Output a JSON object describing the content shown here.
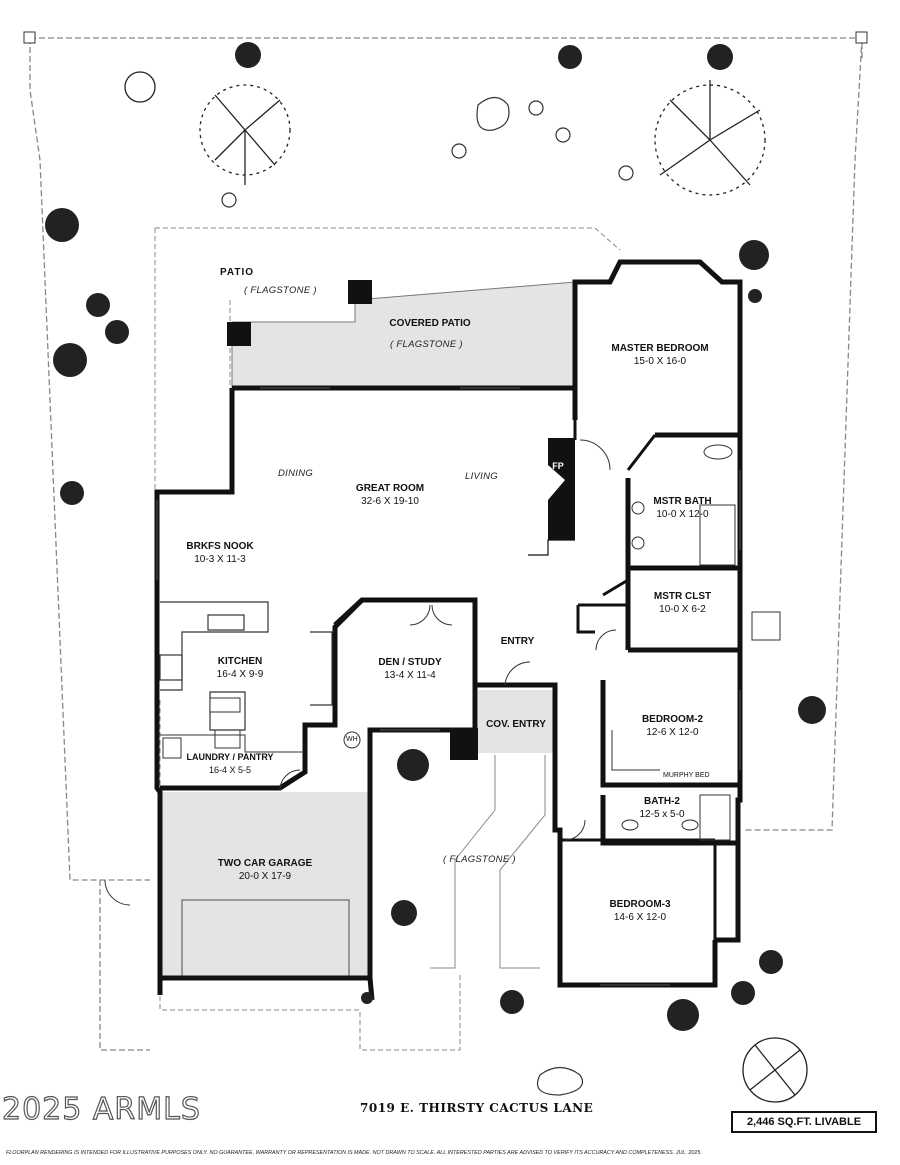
{
  "rooms": {
    "patio": "PATIO",
    "patio_material": "( FLAGSTONE )",
    "covered_patio": "COVERED PATIO",
    "covered_patio_material": "( FLAGSTONE )",
    "master_bedroom": {
      "name": "MASTER BEDROOM",
      "dims": "15-0  X  16-0"
    },
    "great_room": {
      "name": "GREAT ROOM",
      "dims": "32-6  X  19-10"
    },
    "dining": "DINING",
    "living": "LIVING",
    "fireplace": "FP",
    "mstr_bath": {
      "name": "MSTR BATH",
      "dims": "10-0  X  12-0"
    },
    "mstr_clst": {
      "name": "MSTR  CLST",
      "dims": "10-0  X  6-2"
    },
    "brkfs_nook": {
      "name": "BRKFS NOOK",
      "dims": "10-3  X  11-3"
    },
    "kitchen": {
      "name": "KITCHEN",
      "dims": "16-4  X  9-9"
    },
    "den_study": {
      "name": "DEN  /  STUDY",
      "dims": "13-4  X  11-4"
    },
    "entry": "ENTRY",
    "cov_entry": "COV. ENTRY",
    "laundry": {
      "name": "LAUNDRY / PANTRY",
      "dims": "16-4  X  5-5"
    },
    "water_heater": "WH",
    "bedroom2": {
      "name": "BEDROOM-2",
      "dims": "12-6  X  12-0"
    },
    "murphy_bed": "MURPHY BED",
    "bath2": {
      "name": "BATH-2",
      "dims": "12-5  x  5-0"
    },
    "garage": {
      "name": "TWO CAR GARAGE",
      "dims": "20-0  X  17-9"
    },
    "front_walk_material": "( FLAGSTONE )",
    "bedroom3": {
      "name": "BEDROOM-3",
      "dims": "14-6  X  12-0"
    }
  },
  "footer": {
    "address": "7019 E. THIRSTY  CACTUS LANE",
    "sqft": "2,446 SQ.FT. LIVABLE",
    "disclaimer": "FLOORPLAN RENDERING IS INTENDED FOR ILLUSTRATIVE PURPOSES ONLY.  NO GUARANTEE, WARRANTY OR REPRESENTATION IS MADE.  NOT DRAWN TO SCALE.  ALL INTERESTED PARTIES ARE ADVISED TO VERIFY ITS ACCURACY AND COMPLETENESS. JUL. 2025.",
    "watermark": "2025 ARMLS"
  },
  "colors": {
    "wall": "#111111",
    "hardscape": "#e4e4e4",
    "lot_line": "#888888",
    "background": "#ffffff"
  }
}
